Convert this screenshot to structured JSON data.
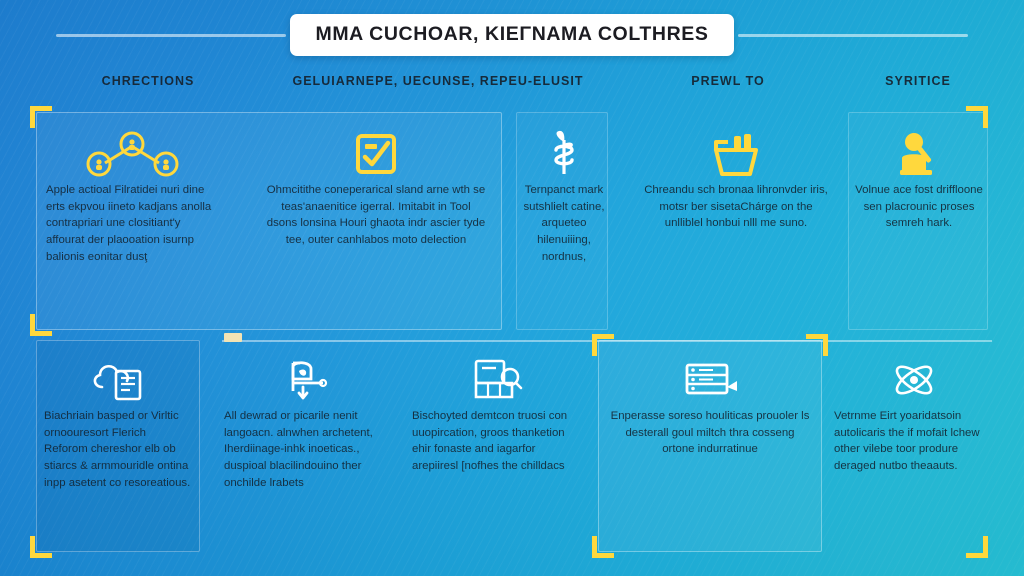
{
  "poster": {
    "title": "MMA CUCHOAR, KIEΓNAMA COLTHRES",
    "background_start": "#1a7fd4",
    "background_end": "#2ad0e0",
    "accent_yellow": "#ffd83d",
    "text_color": "#13222f"
  },
  "columns": [
    {
      "id": "col-1",
      "label": "CHRECTIONS"
    },
    {
      "id": "col-2",
      "label": "GELUIARNEPE, UECUNSE, REPEU-ELUSIT"
    },
    {
      "id": "col-3",
      "label": "PREWL TO"
    },
    {
      "id": "col-4",
      "label": "SYRITICE"
    }
  ],
  "cards": {
    "top": [
      {
        "id": "card-network",
        "icon": "network-nodes-icon",
        "icon_color": "#ffd83d",
        "text": "Apple actioal Filratidei nuri dine erts ekpvou iineto kadjans anolla contrapriari une clositiant'y affourat der plaooation isurnp balionis eonitar dusţ"
      },
      {
        "id": "card-checklist",
        "icon": "checklist-icon",
        "icon_color": "#ffd83d",
        "text": "Ohmcitithe coneperarical sland arne wth se teas'anaenitice igerral. Imitabit in Tool dsons lonsina Houri ghaota indr ascier tyde tee, outer canhlabos moto delection"
      },
      {
        "id": "card-money",
        "icon": "money-plant-icon",
        "icon_color": "#ffffff",
        "text": "Ternpanct mark sutshlielt catine, arqueteo hilenuiiing, nordnus,"
      },
      {
        "id": "card-ballot",
        "icon": "ballot-box-icon",
        "icon_color": "#ffd83d",
        "text": "Chreandu sch bronaa lihronvder iris, motsr ber sisetaChárge on the unlliblel honbui nlll me suno."
      },
      {
        "id": "card-person-desk",
        "icon": "person-at-desk-icon",
        "icon_color": "#ffd83d",
        "text": "Volnue ace fost driffloone sen placrounic proses semreh hark."
      }
    ],
    "bottom": [
      {
        "id": "card-cloud-doc",
        "icon": "cloud-document-icon",
        "icon_color": "#ffffff",
        "text": "Biachriain basped or Virltic ornoouresort Flerich Reforom chereshor elb ob stiarcs & armmouridle ontina inpp asetent co resoreatious."
      },
      {
        "id": "card-mailbox",
        "icon": "mailbox-icon",
        "icon_color": "#ffffff",
        "text": "All dewrad or picarile nenit langoacn. alnwhen archetent, Iherdiinage-inhk inoeticas., duspioal blacilindouino ther onchilde lrabets"
      },
      {
        "id": "card-parcel",
        "icon": "parcel-scan-icon",
        "icon_color": "#ffffff",
        "text": "Bischoyted demtcon truosi con uuopircation, groos thanketion ehir fonaste and iagarfor arepiiresl [nofhes the chilldacs"
      },
      {
        "id": "card-server",
        "icon": "server-rack-icon",
        "icon_color": "#ffffff",
        "text": "Enperasse soreso houliticas prouoler ls desterall goul miltch thra cosseng ortone indurratinue"
      },
      {
        "id": "card-atom",
        "icon": "atom-icon",
        "icon_color": "#ffffff",
        "text": "Vetrnme Eirt yoaridatsoin autolicaris the if mofait lchew other vilebe toor produre deraged nutbo theaauts."
      }
    ]
  }
}
